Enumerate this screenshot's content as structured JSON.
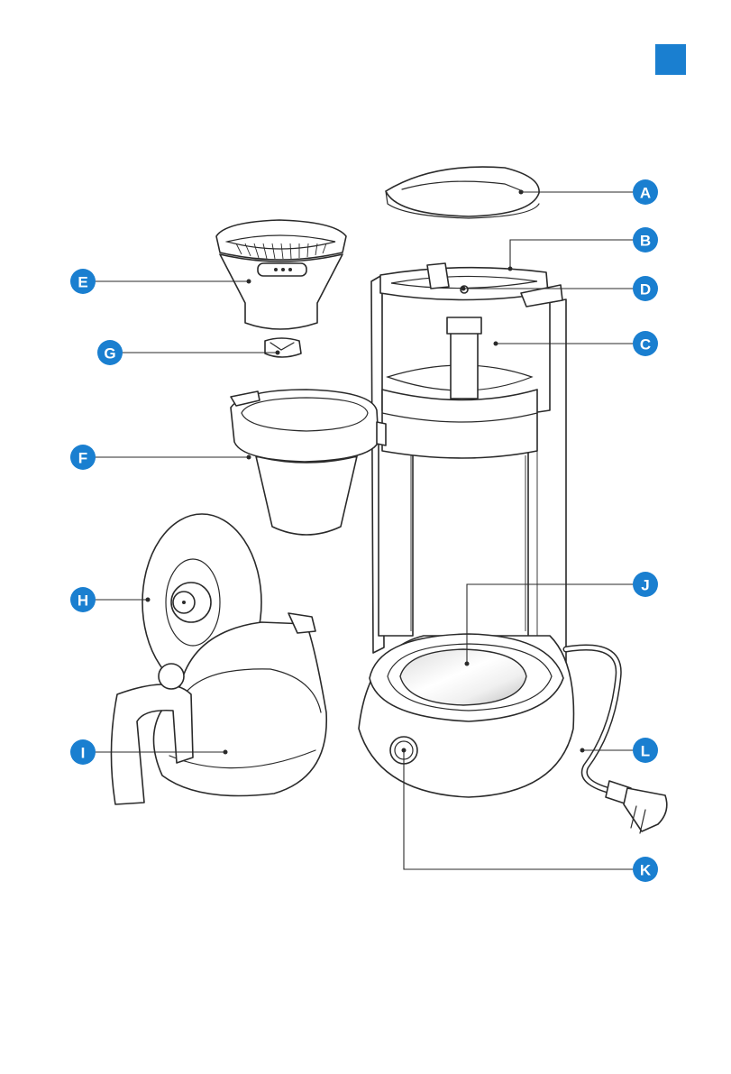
{
  "accent_color": "#1a7fd0",
  "callouts": [
    {
      "id": "A",
      "label": "A",
      "part": "lid"
    },
    {
      "id": "B",
      "label": "B",
      "part": "water-tank-rim"
    },
    {
      "id": "C",
      "label": "C",
      "part": "water-tank"
    },
    {
      "id": "D",
      "label": "D",
      "part": "tank-valve"
    },
    {
      "id": "E",
      "label": "E",
      "part": "filter-holder"
    },
    {
      "id": "F",
      "label": "F",
      "part": "filter-holder-support"
    },
    {
      "id": "G",
      "label": "G",
      "part": "drip-stop"
    },
    {
      "id": "H",
      "label": "H",
      "part": "jug-lid"
    },
    {
      "id": "I",
      "label": "I",
      "part": "jug"
    },
    {
      "id": "J",
      "label": "J",
      "part": "hotplate"
    },
    {
      "id": "K",
      "label": "K",
      "part": "on-off-button"
    },
    {
      "id": "L",
      "label": "L",
      "part": "mains-cord"
    }
  ]
}
